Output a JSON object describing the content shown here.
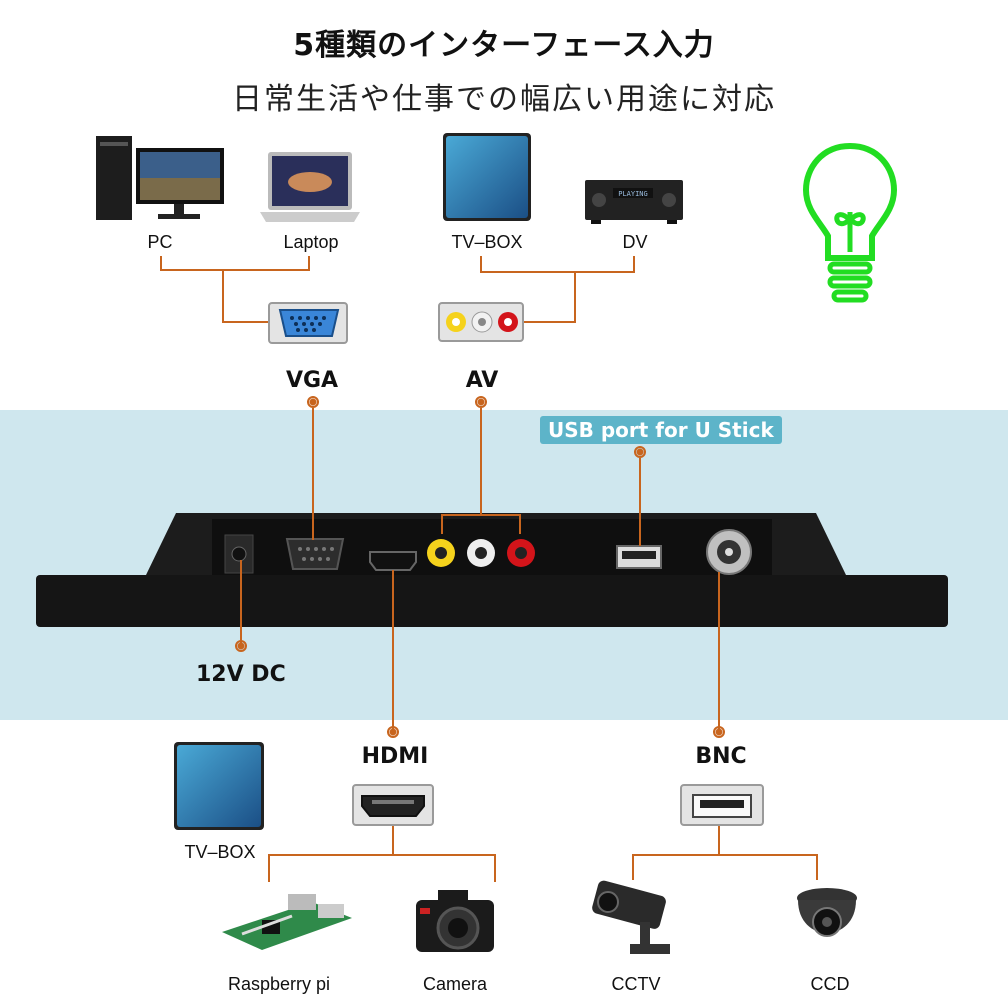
{
  "title": "5種類のインターフェース入力",
  "subtitle": "日常生活や仕事での幅広い用途に対応",
  "devices_top": {
    "pc": "PC",
    "laptop": "Laptop",
    "tvbox": "TV–BOX",
    "dv": "DV"
  },
  "ports": {
    "vga": "VGA",
    "av": "AV",
    "usb": "USB port for U Stick",
    "dc": "12V DC",
    "hdmi": "HDMI",
    "bnc": "BNC"
  },
  "devices_bottom": {
    "tvbox": "TV–BOX",
    "raspberry": "Raspberry pi",
    "camera": "Camera",
    "cctv": "CCTV",
    "ccd": "CCD"
  },
  "dv_display": "PLAYING",
  "colors": {
    "accent_line": "#c8651e",
    "band": "#cfe7ee",
    "usb_tag": "#5db4c9",
    "bulb": "#22dd22"
  },
  "icons": [
    "pc-icon",
    "laptop-icon",
    "tvbox-icon",
    "dv-icon",
    "bulb-icon",
    "vga-connector-icon",
    "av-connector-icon",
    "hdmi-connector-icon",
    "usb-connector-icon",
    "raspberry-pi-icon",
    "camera-icon",
    "cctv-icon",
    "ccd-icon"
  ]
}
